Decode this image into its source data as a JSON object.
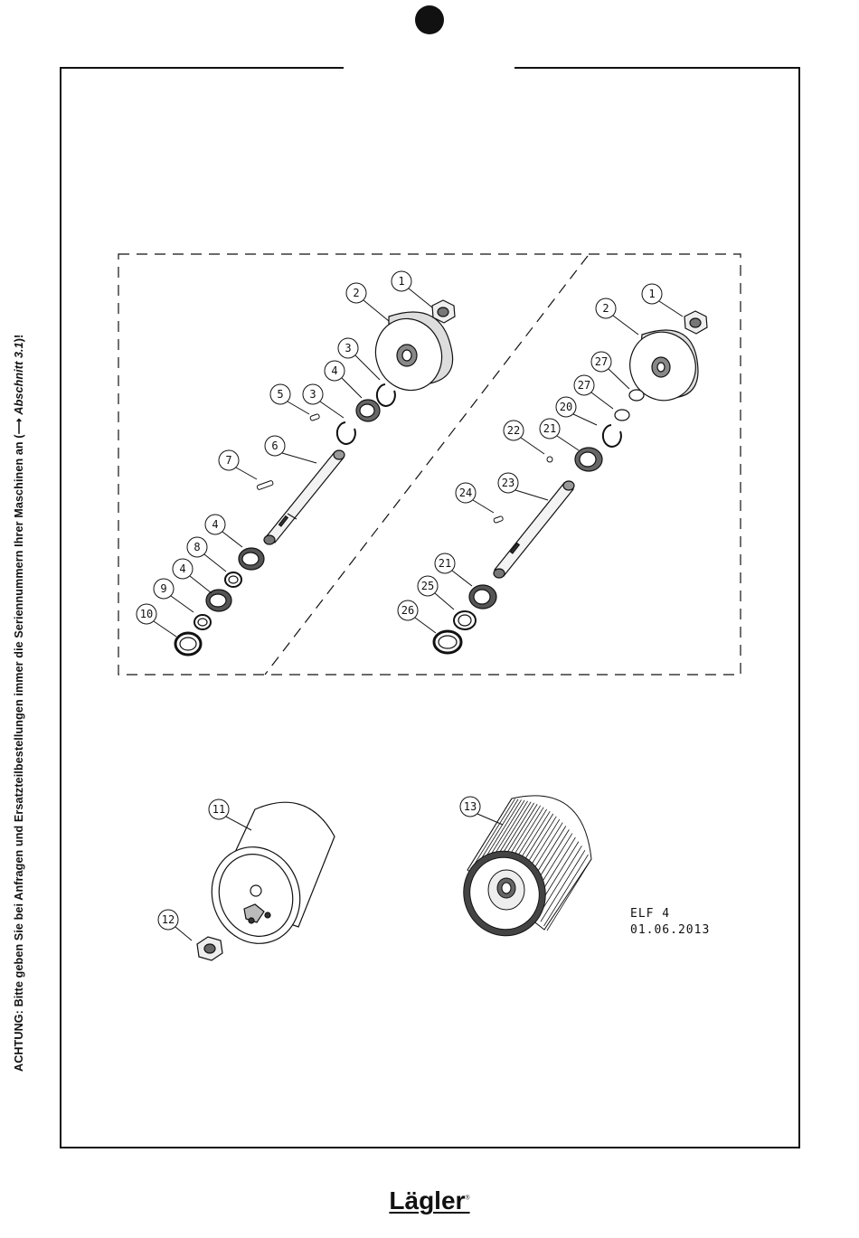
{
  "notice": {
    "prefix": "ACHTUNG",
    "text": ": Bitte geben Sie bei Anfragen und Ersatzteilbestellungen immer die Seriennummern Ihrer Maschinen an (",
    "arrow": "⟶",
    "reference": "Abschnitt 3.1",
    "suffix": ")!"
  },
  "callouts": {
    "left_assembly": [
      "1",
      "2",
      "3",
      "4",
      "5",
      "3",
      "6",
      "7",
      "4",
      "8",
      "4",
      "9",
      "10"
    ],
    "right_assembly": [
      "1",
      "2",
      "27",
      "27",
      "20",
      "22",
      "21",
      "24",
      "23",
      "21",
      "25",
      "26"
    ],
    "lower": [
      "11",
      "12",
      "13"
    ]
  },
  "drawing_stamp": {
    "code": "ELF 4",
    "date": "01.06.2013"
  },
  "brand": {
    "name": "Lägler",
    "mark": "®"
  }
}
